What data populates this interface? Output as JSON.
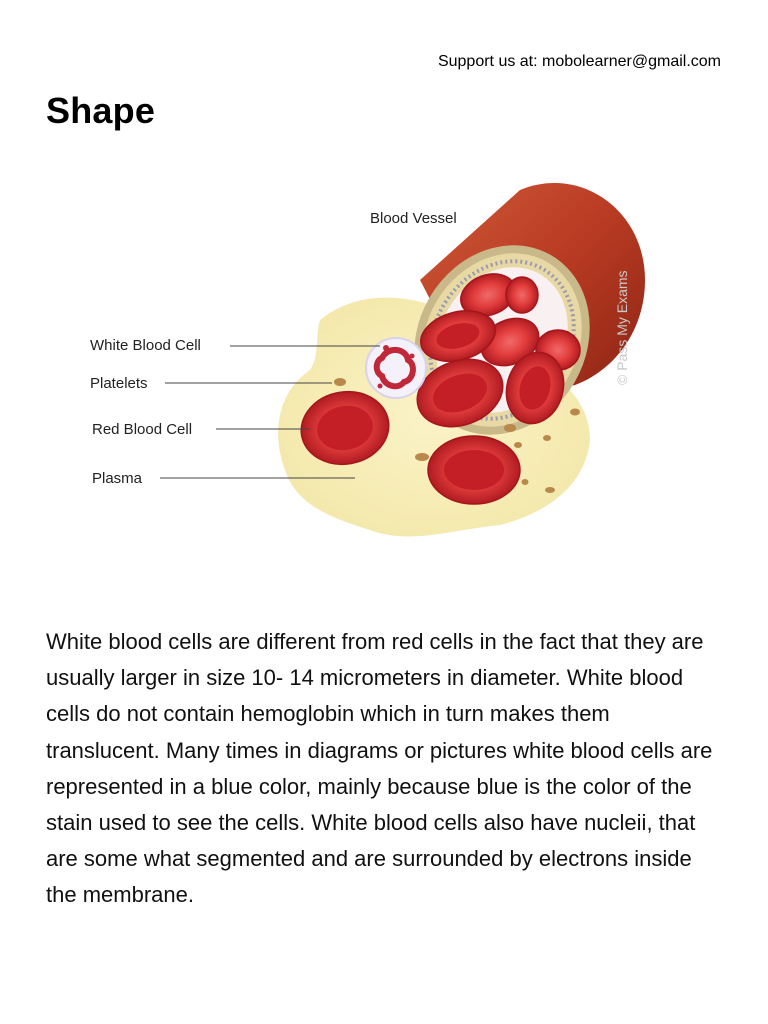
{
  "header": {
    "support_text": "Support us at: mobolearner@gmail.com"
  },
  "section": {
    "title": "Shape"
  },
  "figure": {
    "labels": {
      "blood_vessel": "Blood Vessel",
      "white_blood_cell": "White Blood Cell",
      "platelets": "Platelets",
      "red_blood_cell": "Red Blood Cell",
      "plasma": "Plasma"
    },
    "watermark": "© Pass My Exams",
    "colors": {
      "vessel_wall": "#b83a22",
      "red_cell": "#d0282c",
      "plasma": "#f7eebc",
      "platelet": "#b8894a"
    }
  },
  "content": {
    "paragraph": "White blood cells are different from red cells in the fact that they are usually larger in size 10- 14 micrometers in diameter. White blood cells do not contain hemoglobin which in turn makes them translucent. Many times in diagrams or pictures white blood cells are represented in a blue color, mainly because blue is the color of the stain used to see the cells. White blood cells also have nucleii, that are some what segmented and are surrounded by electrons inside the membrane."
  }
}
